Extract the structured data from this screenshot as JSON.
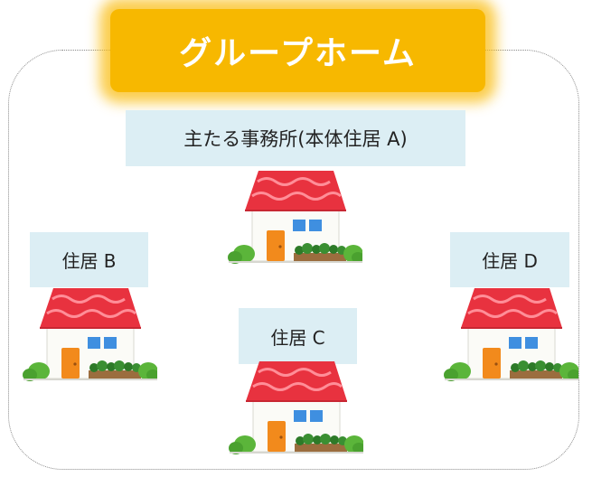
{
  "title": "グループホーム",
  "main_office_label": "主たる事務所(本体住居 A)",
  "residences": {
    "a": "住居 A",
    "b": "住居 B",
    "c": "住居 C",
    "d": "住居 D"
  },
  "colors": {
    "title_background": "#f7b800",
    "label_background": "#dceef4",
    "roof": "#e8323f",
    "door": "#f28a1c",
    "window": "#3f8fe0",
    "shrub": "#5bb53a"
  },
  "icons": [
    "house-icon"
  ]
}
